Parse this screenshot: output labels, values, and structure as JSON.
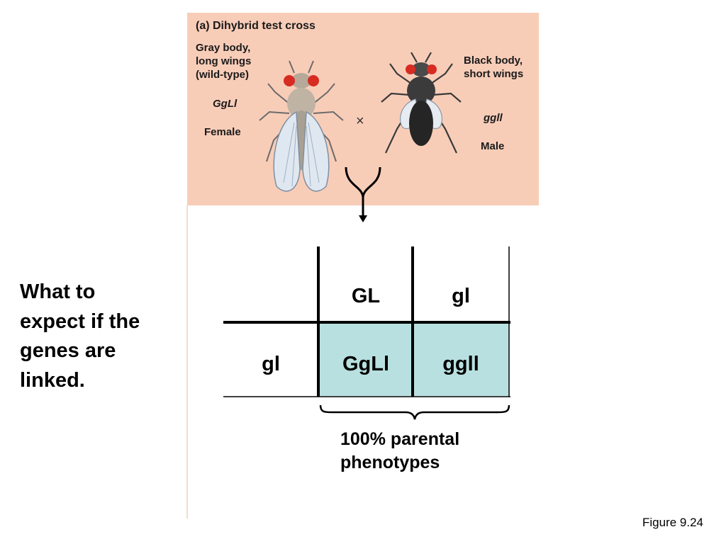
{
  "panel": {
    "title": "(a) Dihybrid test cross",
    "female": {
      "description": [
        "Gray body,",
        "long wings",
        "(wild-type)"
      ],
      "genotype": "GgLl",
      "sex": "Female"
    },
    "cross_symbol": "×",
    "male": {
      "description": [
        "Black body,",
        "short wings"
      ],
      "genotype": "ggll",
      "sex": "Male"
    }
  },
  "side_text": [
    "What to",
    "expect if the",
    "genes are",
    "linked."
  ],
  "punnett": {
    "col_headers": [
      "GL",
      "gl"
    ],
    "row_header": "gl",
    "cells": [
      "GgLl",
      "ggll"
    ],
    "cell_color": "#b9e0e0"
  },
  "result": [
    "100% parental",
    "phenotypes"
  ],
  "caption": "Figure 9.24"
}
